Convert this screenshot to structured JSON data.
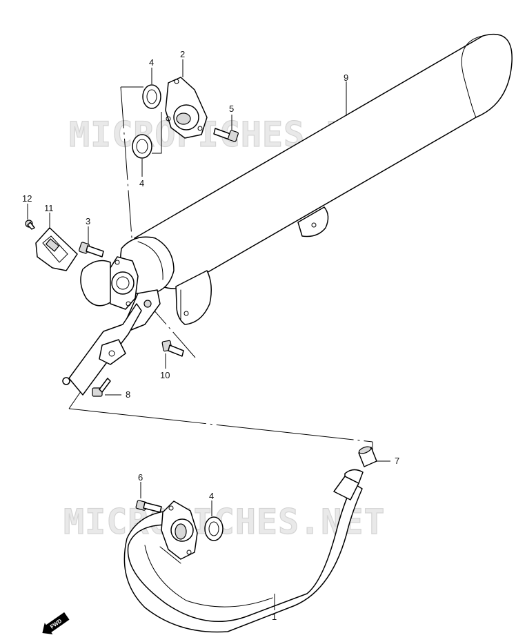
{
  "watermark": {
    "text_top": "MICROFICHES.NET",
    "text_bottom": "MICROFICHES.NET"
  },
  "callouts": {
    "c1": "1",
    "c2": "2",
    "c3": "3",
    "c4a": "4",
    "c4b": "4",
    "c4c": "4",
    "c5": "5",
    "c6": "6",
    "c7": "7",
    "c8": "8",
    "c9": "9",
    "c10": "10",
    "c11": "11",
    "c12": "12"
  },
  "direction_badge": {
    "label": "FWD"
  },
  "colors": {
    "line": "#000000",
    "paper": "#ffffff",
    "watermark": "#e9e9e9"
  }
}
